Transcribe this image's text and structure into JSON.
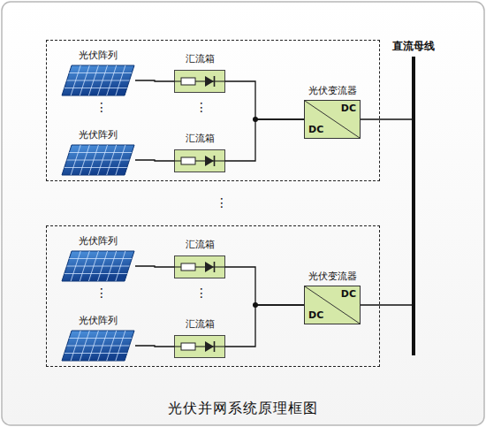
{
  "diagram": {
    "caption": "光伏并网系统原理框图",
    "nodes": [
      {
        "text": []
      },
      {
        "text": [
          "光伏阵列"
        ],
        "in": 0
      },
      {
        "text": [
          "光伏阵列"
        ],
        "in": 0
      },
      {
        "text": [
          "汇流箱"
        ],
        "in": 0
      },
      {
        "text": [
          "汇流箱"
        ],
        "in": 0
      },
      {
        "text": [
          "光伏变流器",
          "DC",
          "DC"
        ],
        "in": 0
      },
      {
        "text": []
      },
      {
        "text": [
          "光伏阵列"
        ],
        "in": 6
      },
      {
        "text": [
          "光伏阵列"
        ],
        "in": 6
      },
      {
        "text": [
          "汇流箱"
        ],
        "in": 6
      },
      {
        "text": [
          "汇流箱"
        ],
        "in": 6
      },
      {
        "text": [
          "光伏变流器",
          "DC",
          "DC"
        ],
        "in": 6
      },
      {
        "text": [
          "直流母线"
        ]
      }
    ],
    "edges": [
      {
        "from": 1,
        "to": 3,
        "arrow": "none"
      },
      {
        "from": 2,
        "to": 4,
        "arrow": "none"
      },
      {
        "from": 3,
        "to": 5,
        "arrow": "none"
      },
      {
        "from": 4,
        "to": 5,
        "arrow": "none"
      },
      {
        "from": 5,
        "to": 12,
        "arrow": "none"
      },
      {
        "from": 7,
        "to": 9,
        "arrow": "none"
      },
      {
        "from": 8,
        "to": 10,
        "arrow": "none"
      },
      {
        "from": 9,
        "to": 11,
        "arrow": "none"
      },
      {
        "from": 10,
        "to": 11,
        "arrow": "none"
      },
      {
        "from": 11,
        "to": 12,
        "arrow": "none"
      }
    ],
    "labels": [
      "⋮",
      "⋮",
      "⋮",
      "⋮",
      "⋮"
    ]
  }
}
